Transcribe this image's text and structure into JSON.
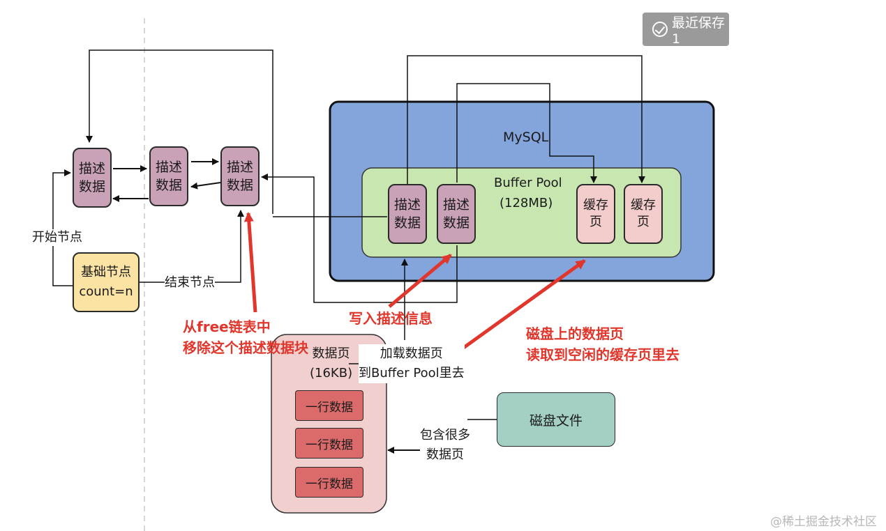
{
  "toast": {
    "text": "最近保存 1"
  },
  "mysql": {
    "label": "MySQL"
  },
  "buffer_pool": {
    "title": "Buffer Pool",
    "size": "(128MB)"
  },
  "free_list": {
    "desc_nodes": [
      "描述\n数据",
      "描述\n数据",
      "描述\n数据"
    ],
    "base_node": "基础节点\ncount=n",
    "start_label": "开始节点",
    "end_label": "结束节点"
  },
  "pool_desc": [
    "描述\n数据",
    "描述\n数据"
  ],
  "cache_pages": [
    "缓存页",
    "缓存页"
  ],
  "data_page": {
    "label": "数据页\n(16KB)",
    "rows": [
      "一行数据",
      "一行数据",
      "一行数据"
    ]
  },
  "labels": {
    "load": "加载数据页\n到Buffer Pool里去",
    "contains": "包含很多\n数据页",
    "disk_file": "磁盘文件"
  },
  "annotations": {
    "remove": "从free链表中\n移除这个描述数据块",
    "write": "写入描述信息",
    "disk_read": "磁盘上的数据页\n读取到空闲的缓存页里去"
  },
  "colors": {
    "mysql": "#84a5dc",
    "buffer_pool": "#c8e6b0",
    "desc": "#c9a2b8",
    "cache": "#f3cccc",
    "row": "#db6b6b",
    "base": "#fae3a3",
    "disk": "#a3cfc4",
    "annotation": "#e0362c"
  },
  "watermark": "@稀土掘金技术社区"
}
